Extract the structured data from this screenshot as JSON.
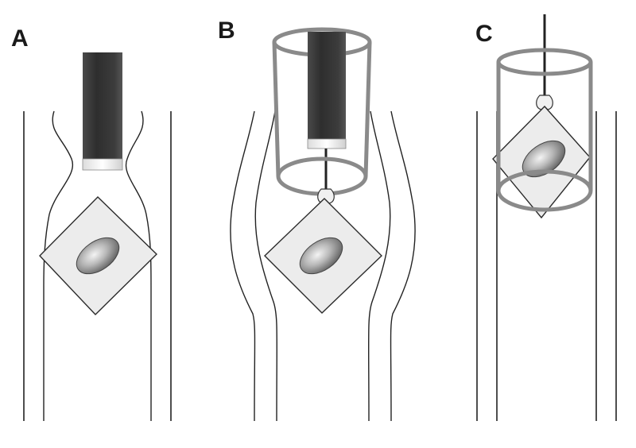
{
  "panels": [
    {
      "id": "A",
      "label": "A"
    },
    {
      "id": "B",
      "label": "B"
    },
    {
      "id": "C",
      "label": "C"
    }
  ],
  "colors": {
    "probe_dark": "#3a3a3a",
    "probe_tip": "#f2f2f2",
    "tube_outline": "#8a8a8a",
    "line": "#222222",
    "sheet_fill": "#ececec",
    "cell": "#9a9a9a"
  }
}
